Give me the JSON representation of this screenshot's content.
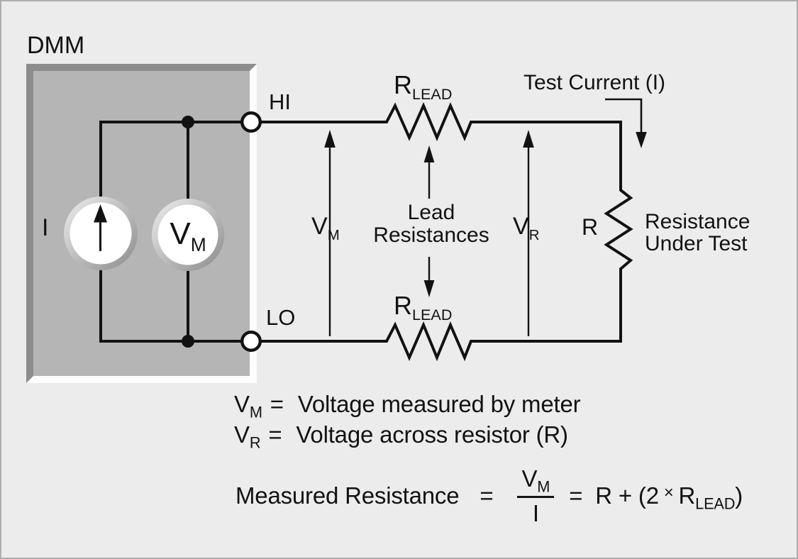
{
  "colors": {
    "page_background": "#ececec",
    "page_border": "#aeaeb1",
    "dmm_fill": "#b5b5b5",
    "dmm_bevel_dark": "#8d8d8d",
    "dmm_bevel_light": "#fdfdfd",
    "ink": "#121212",
    "meter_ring_light": "#ededed",
    "meter_ring_dark": "#8a8a8a"
  },
  "diagram": {
    "dmm_label": "DMM",
    "current_source_label": "I",
    "voltmeter_label": {
      "base": "V",
      "sub": "M"
    },
    "hi_terminal_label": "HI",
    "lo_terminal_label": "LO",
    "rlead_top_label": {
      "base": "R",
      "sub": "LEAD"
    },
    "rlead_bottom_label": {
      "base": "R",
      "sub": "LEAD"
    },
    "vm_arrow_label": {
      "base": "V",
      "sub": "M"
    },
    "vr_arrow_label": {
      "base": "V",
      "sub": "R"
    },
    "lead_resistances_label": {
      "line1": "Lead",
      "line2": "Resistances"
    },
    "test_current_label": "Test Current (I)",
    "r_label": "R",
    "resistance_under_test_label": {
      "line1": "Resistance",
      "line2": "Under Test"
    }
  },
  "equations": {
    "vm_definition": {
      "term_base": "V",
      "term_sub": "M",
      "equals": "=",
      "description": "Voltage measured by meter"
    },
    "vr_definition": {
      "term_base": "V",
      "term_sub": "R",
      "equals": "=",
      "description": "Voltage across resistor (R)"
    },
    "measured_resistance": {
      "lhs": "Measured Resistance",
      "equals1": "=",
      "numerator_base": "V",
      "numerator_sub": "M",
      "denominator": "I",
      "equals2": "=",
      "rhs_open": "R + (2",
      "rhs_times": "×",
      "rhs_base": "R",
      "rhs_sub": "LEAD",
      "rhs_close": ")"
    }
  }
}
